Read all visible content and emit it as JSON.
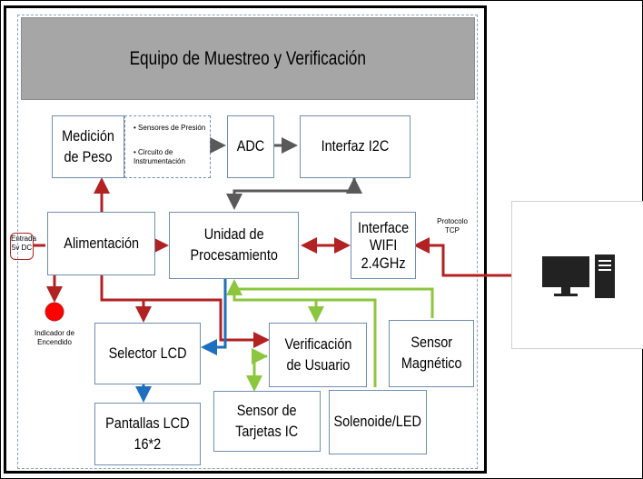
{
  "diagram": {
    "title": "Equipo de Muestreo y Verificación",
    "blocks": {
      "medicion": "Medición\nde Peso",
      "sensores_list": [
        "Sensores de Presión",
        "Circuito de Instrumentación"
      ],
      "adc": "ADC",
      "interfaz_i2c": "Interfaz I2C",
      "alimentacion": "Alimentación",
      "unidad": "Unidad de\nProcesamiento",
      "wifi": "Interface\nWIFI\n2.4GHz",
      "selector": "Selector LCD",
      "verificacion": "Verificación\nde Usuario",
      "sensor_mag": "Sensor\nMagnético",
      "pantallas": "Pantallas LCD\n16*2",
      "sensor_tarjetas": "Sensor de\nTarjetas IC",
      "solenoide": "Solenoide/LED"
    },
    "entrada_label": "Entrada\n5v DC",
    "indicador_label": "Indicador de\nEncendido",
    "protocolo_label": "Protocolo\nTCP",
    "computer_icon": "computer-icon"
  },
  "colors": {
    "header": "#a6a6a6",
    "dark_red": "#b22222",
    "gray": "#595959",
    "blue": "#1f6fbf",
    "green": "#8cc63f",
    "led_red": "#ff0000"
  }
}
